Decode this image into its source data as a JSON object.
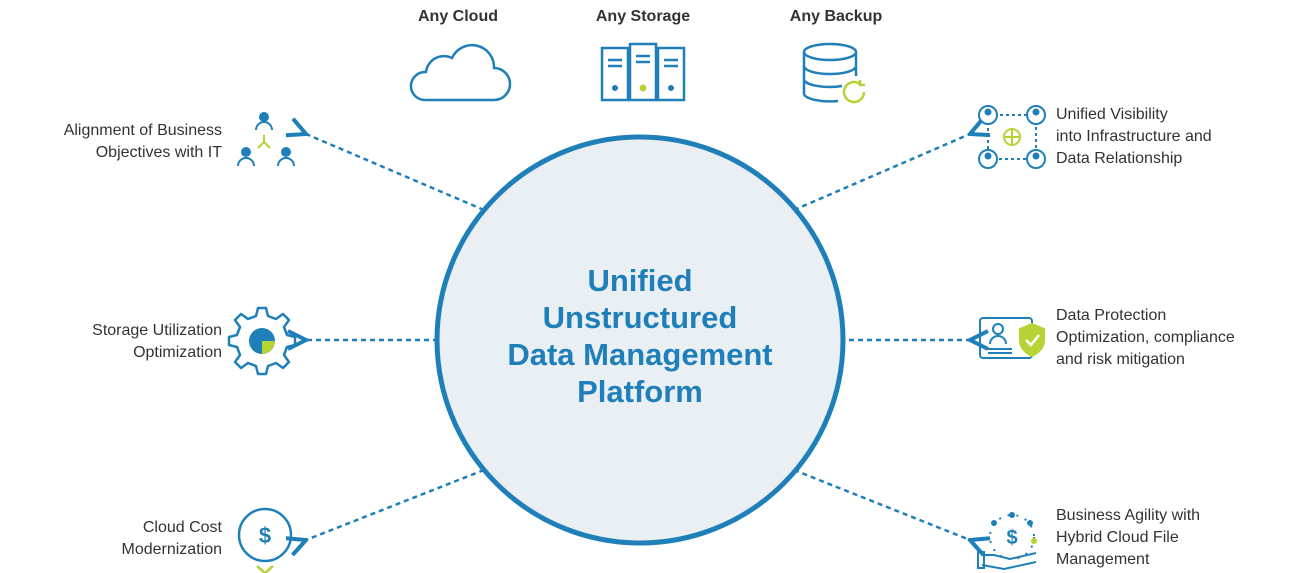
{
  "top_items": [
    {
      "label": "Any Cloud",
      "icon": "cloud-icon"
    },
    {
      "label": "Any Storage",
      "icon": "server-rack-icon"
    },
    {
      "label": "Any Backup",
      "icon": "database-backup-icon"
    }
  ],
  "center": {
    "lines": [
      "Unified",
      "Unstructured",
      "Data Management",
      "Platform"
    ]
  },
  "left_items": [
    {
      "lines": [
        "Alignment of Business",
        "Objectives with IT"
      ],
      "icon": "org-chart-icon"
    },
    {
      "lines": [
        "Storage Utilization",
        "Optimization"
      ],
      "icon": "gear-pie-chart-icon"
    },
    {
      "lines": [
        "Cloud Cost",
        "Modernization"
      ],
      "icon": "dollar-coin-icon"
    }
  ],
  "right_items": [
    {
      "lines": [
        "Unified Visibility",
        "into Infrastructure and",
        "Data Relationship"
      ],
      "icon": "network-people-icon"
    },
    {
      "lines": [
        "Data Protection",
        "Optimization, compliance",
        "and risk mitigation"
      ],
      "icon": "certificate-shield-icon"
    },
    {
      "lines": [
        "Business Agility with",
        "Hybrid Cloud File",
        "Management"
      ],
      "icon": "hand-dollar-icon"
    }
  ],
  "colors": {
    "primary": "#1f7fb8",
    "circle_fill": "#e9eff3",
    "accent": "#b5d334",
    "text": "#333333"
  }
}
